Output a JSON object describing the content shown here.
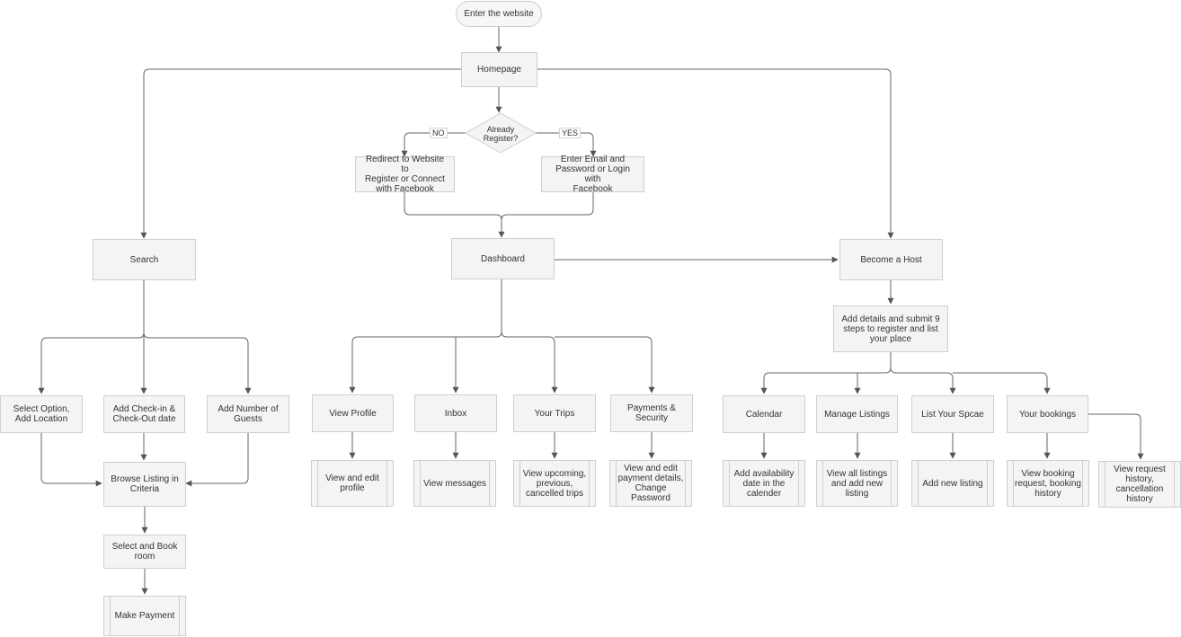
{
  "flow": {
    "start": "Enter the website",
    "homepage": "Homepage",
    "decision": "Already\nRegister?",
    "no_label": "NO",
    "yes_label": "YES",
    "redirect": "Redirect to Website to\nRegister or Connect\nwith Facebook",
    "login": "Enter Email and\nPassword or Login with\nFacebook",
    "search": "Search",
    "dashboard": "Dashboard",
    "become_host": "Become a Host",
    "add_details": "Add details and submit 9\nsteps to register and list\nyour place"
  },
  "search_branch": {
    "select_option": "Select Option,\nAdd Location",
    "checkin": "Add Check-in &\nCheck-Out date",
    "guests": "Add Number of\nGuests",
    "browse": "Browse Listing in\nCriteria",
    "book": "Select and Book\nroom",
    "payment": "Make Payment"
  },
  "dashboard_branch": {
    "profile": "View Profile",
    "inbox": "Inbox",
    "trips": "Your Trips",
    "payments": "Payments &\nSecurity",
    "profile_sub": "View and  edit\nprofile",
    "inbox_sub": "View messages",
    "trips_sub": "View upcoming,\nprevious,\ncancelled trips",
    "payments_sub": "View and edit\npayment details,\nChange Password"
  },
  "host_branch": {
    "calendar": "Calendar",
    "manage": "Manage Listings",
    "list_space": "List Your Spcae",
    "bookings": "Your bookings",
    "calendar_sub": "Add availability\ndate in the\ncalender",
    "manage_sub": "View all listings\nand add new\nlisting",
    "list_sub": "Add new listing",
    "bookings_sub": "View booking\nrequest, booking\nhistory",
    "requests_sub": "View request\nhistory,\ncancellation\nhistory"
  }
}
